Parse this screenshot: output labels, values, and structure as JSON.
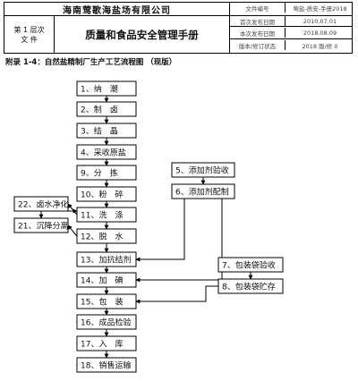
{
  "header": {
    "company": "海南莺歌海盐场有限公司",
    "level_line1": "第 1 层次",
    "level_line2": "文 件",
    "title": "质量和食品安全管理手册",
    "meta": [
      {
        "key": "文件编号",
        "value": "莺盐-质安-手册2018"
      },
      {
        "key": "首次发布日期",
        "value": "2010.07.01"
      },
      {
        "key": "本次发布日期",
        "value": "2018.08.09"
      },
      {
        "key": "版本/修订状态",
        "value": "2018 版/修 0"
      }
    ]
  },
  "caption": "附录 1-4：自然盐精制厂生产工艺流程图 （现版）",
  "flow": {
    "main": [
      "1、纳　潮",
      "2、制　卤",
      "3、结　晶",
      "4、采收原盐",
      "9、分　拣",
      "10、粉　碎",
      "11、洗　涤",
      "12、脱　水",
      "13、加抗结剂",
      "14、加　碘",
      "15、包　装",
      "16、成品检验",
      "17、入　库",
      "18、销售运输"
    ],
    "additive": [
      "5、添加剂验收",
      "6、添加剂配制"
    ],
    "brine": [
      "22、卤水净化",
      "21、沉降分离"
    ],
    "packaging": [
      "7、包装袋验收",
      "8、包装袋贮存"
    ]
  }
}
